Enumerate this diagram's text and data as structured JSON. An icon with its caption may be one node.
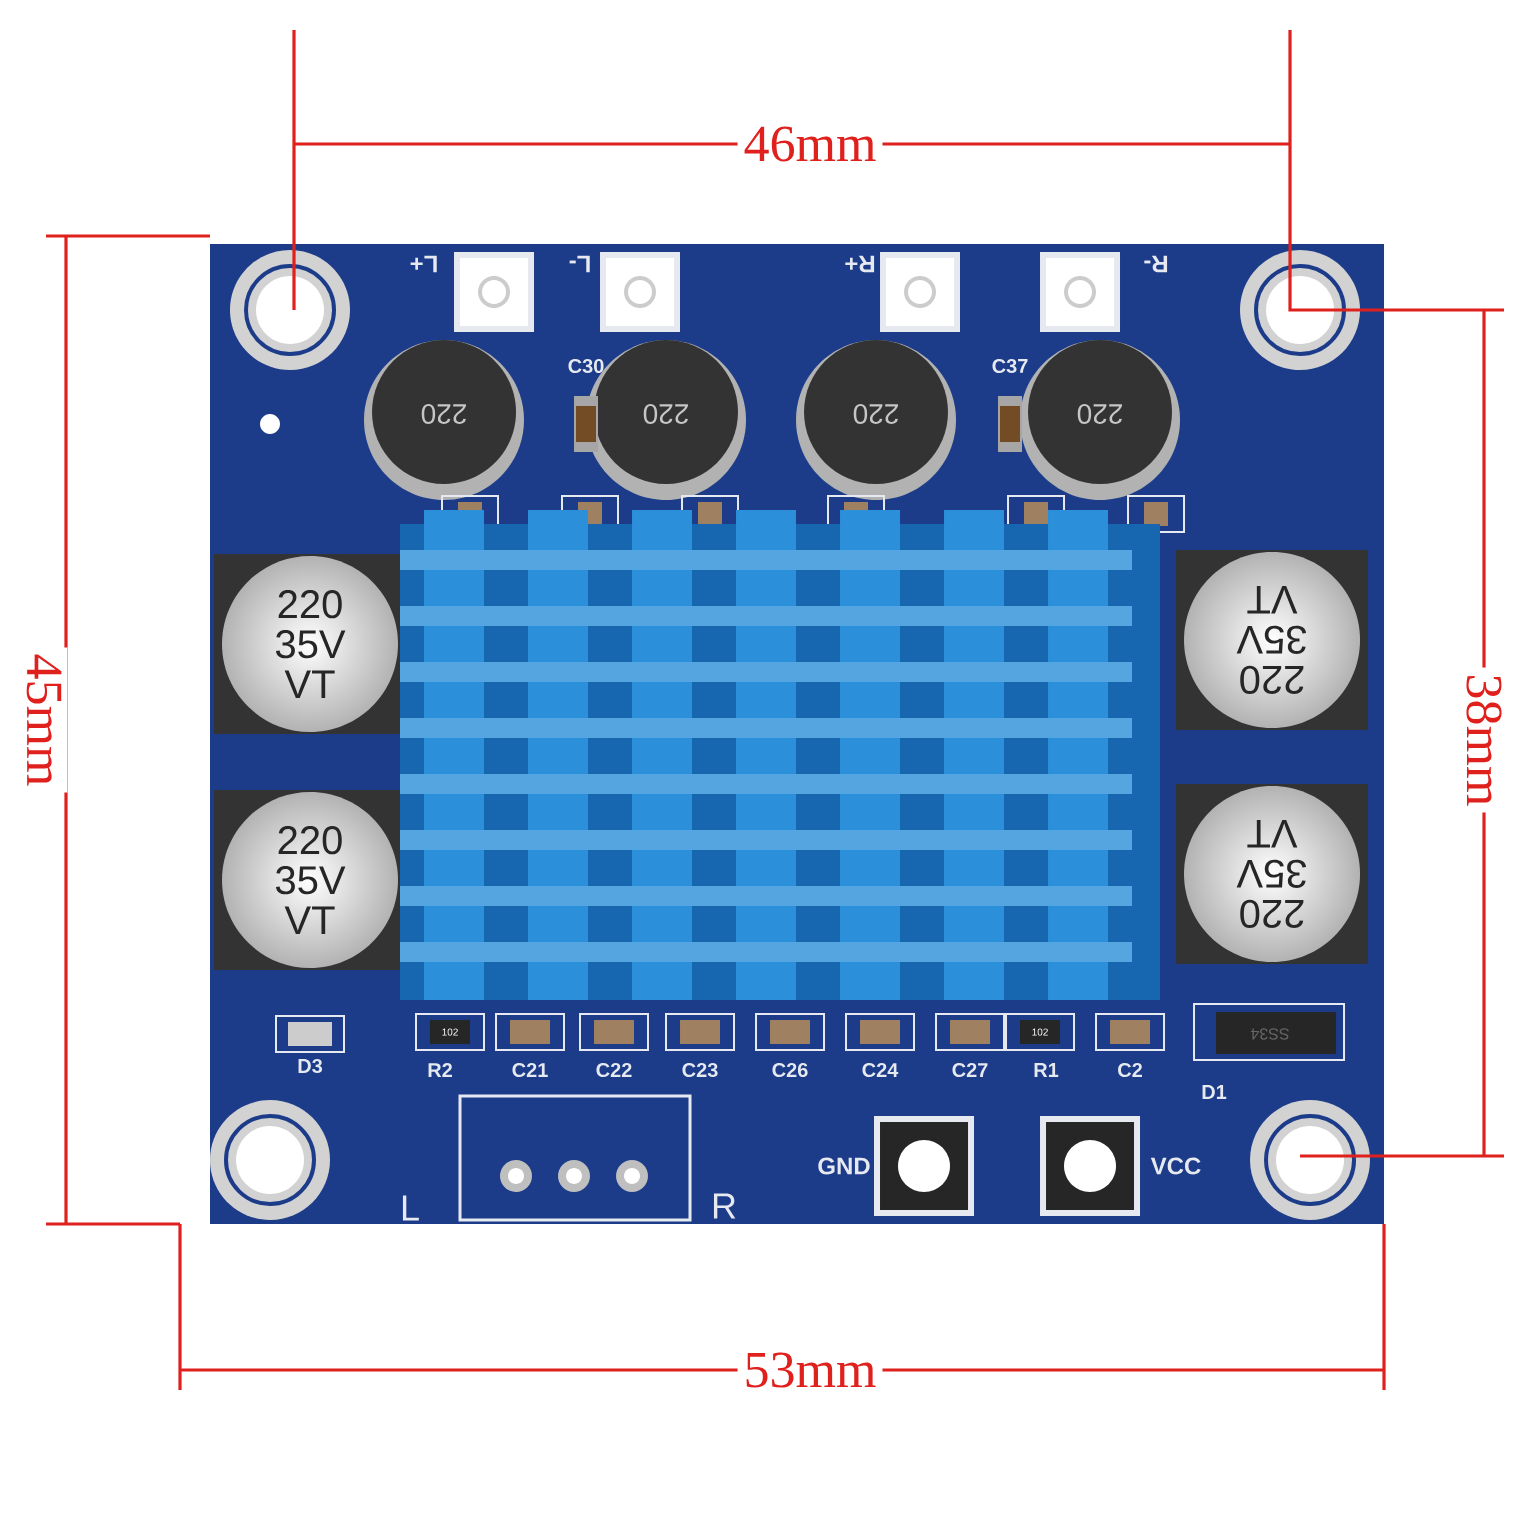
{
  "diagram": {
    "labels": [
      "46mm",
      "45mm",
      "38mm",
      "53mm",
      "L+",
      "L-",
      "R+",
      "R-",
      "C30",
      "C37",
      "220",
      "220",
      "220",
      "220",
      "220 35V VT",
      "220 35V VT",
      "220 35V VT",
      "220 35V VT",
      "102",
      "102",
      "SS34",
      "D3",
      "R2",
      "C21",
      "C22",
      "C23",
      "C26",
      "C24",
      "C27",
      "R1",
      "C2",
      "D1",
      "GND",
      "VCC",
      "L",
      "R"
    ]
  }
}
